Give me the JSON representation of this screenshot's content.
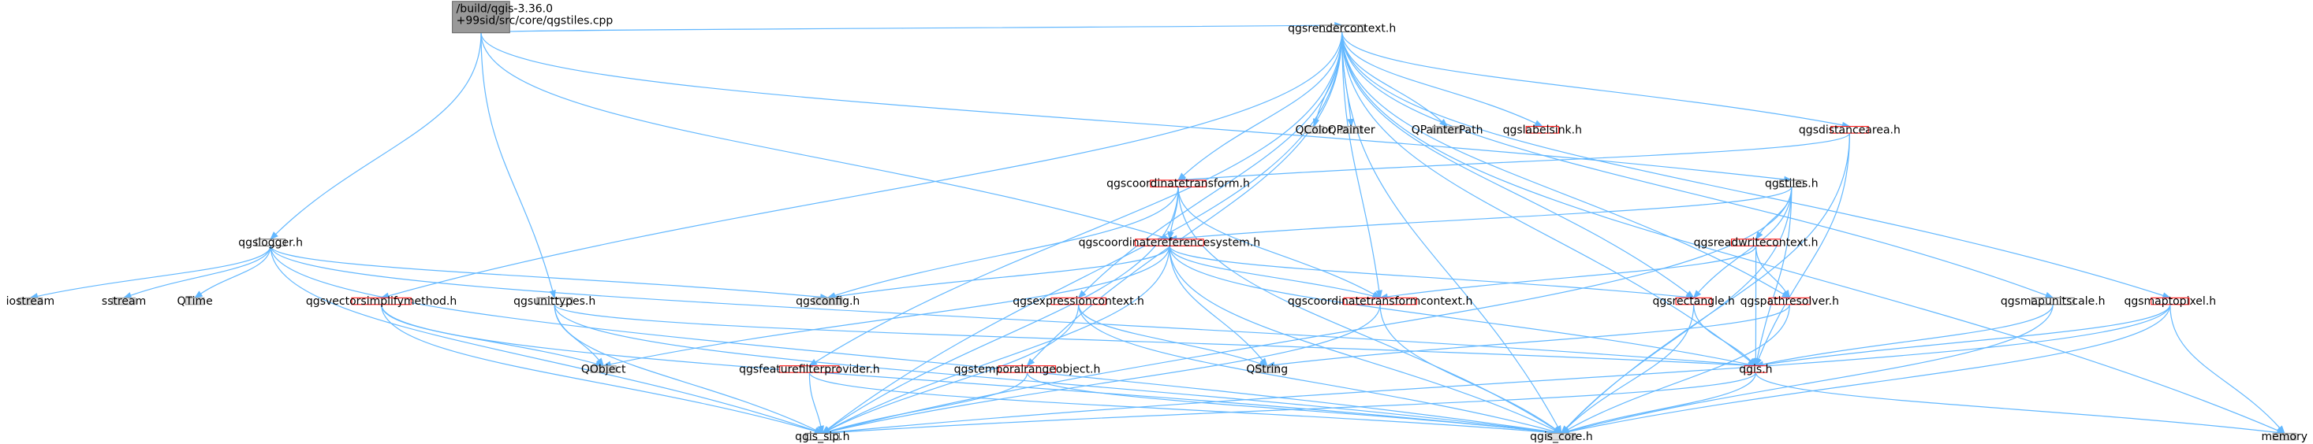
{
  "colors": {
    "edge": "#63b8ff",
    "root_fill": "#999999",
    "root_stroke": "#666666",
    "project_fill": "#ffffff",
    "project_stroke": "#666666",
    "linked_stroke": "#ff0000",
    "external_fill": "#e0e0e0",
    "external_stroke": "#999999",
    "text": "#000000"
  },
  "graph": {
    "nodes": [
      {
        "id": "root",
        "kind": "root",
        "lines": [
          "/build/qgis-3.36.0",
          "+99sid/src/core/qgstiles.cpp"
        ]
      },
      {
        "id": "rendercontext",
        "kind": "project",
        "lines": [
          "qgsrendercontext.h"
        ]
      },
      {
        "id": "qcolor",
        "kind": "external",
        "lines": [
          "QColor"
        ]
      },
      {
        "id": "qpainter",
        "kind": "external",
        "lines": [
          "QPainter"
        ]
      },
      {
        "id": "qpainterpath",
        "kind": "external",
        "lines": [
          "QPainterPath"
        ]
      },
      {
        "id": "labelsink",
        "kind": "linked",
        "lines": [
          "qgslabelsink.h"
        ]
      },
      {
        "id": "distancearea",
        "kind": "linked",
        "lines": [
          "qgsdistancearea.h"
        ]
      },
      {
        "id": "coordtransform",
        "kind": "linked",
        "lines": [
          "qgscoordinatetransform.h"
        ]
      },
      {
        "id": "tiles",
        "kind": "project",
        "lines": [
          "qgstiles.h"
        ]
      },
      {
        "id": "logger",
        "kind": "project",
        "lines": [
          "qgslogger.h"
        ]
      },
      {
        "id": "crs",
        "kind": "linked",
        "lines": [
          "qgscoordinatereferencesystem.h"
        ]
      },
      {
        "id": "readwritecontext",
        "kind": "linked",
        "lines": [
          "qgsreadwritecontext.h"
        ]
      },
      {
        "id": "iostream",
        "kind": "external",
        "lines": [
          "iostream"
        ]
      },
      {
        "id": "sstream",
        "kind": "external",
        "lines": [
          "sstream"
        ]
      },
      {
        "id": "qtime",
        "kind": "external",
        "lines": [
          "QTime"
        ]
      },
      {
        "id": "vectorsimplify",
        "kind": "linked",
        "lines": [
          "qgsvectorsimplifymethod.h"
        ]
      },
      {
        "id": "unittypes",
        "kind": "project",
        "lines": [
          "qgsunittypes.h"
        ]
      },
      {
        "id": "config",
        "kind": "external",
        "lines": [
          "qgsconfig.h"
        ]
      },
      {
        "id": "exprcontext",
        "kind": "linked",
        "lines": [
          "qgsexpressioncontext.h"
        ]
      },
      {
        "id": "coordtransformcontext",
        "kind": "linked",
        "lines": [
          "qgscoordinatetransformcontext.h"
        ]
      },
      {
        "id": "rectangle",
        "kind": "linked",
        "lines": [
          "qgsrectangle.h"
        ]
      },
      {
        "id": "pathresolver",
        "kind": "linked",
        "lines": [
          "qgspathresolver.h"
        ]
      },
      {
        "id": "mapunitscale",
        "kind": "project",
        "lines": [
          "qgsmapunitscale.h"
        ]
      },
      {
        "id": "maptopixel",
        "kind": "linked",
        "lines": [
          "qgsmaptopixel.h"
        ]
      },
      {
        "id": "qobject",
        "kind": "external",
        "lines": [
          "QObject"
        ]
      },
      {
        "id": "featurefilter",
        "kind": "linked",
        "lines": [
          "qgsfeaturefilterprovider.h"
        ]
      },
      {
        "id": "temporalrange",
        "kind": "linked",
        "lines": [
          "qgstemporalrangeobject.h"
        ]
      },
      {
        "id": "qstring",
        "kind": "external",
        "lines": [
          "QString"
        ]
      },
      {
        "id": "qgis",
        "kind": "linked",
        "lines": [
          "qgis.h"
        ]
      },
      {
        "id": "sip",
        "kind": "project",
        "lines": [
          "qgis_sip.h"
        ]
      },
      {
        "id": "core",
        "kind": "external",
        "lines": [
          "qgis_core.h"
        ]
      },
      {
        "id": "memory",
        "kind": "external",
        "lines": [
          "memory"
        ]
      }
    ],
    "edges": [
      [
        "root",
        "rendercontext"
      ],
      [
        "root",
        "tiles"
      ],
      [
        "root",
        "logger"
      ],
      [
        "root",
        "unittypes"
      ],
      [
        "root",
        "crs"
      ],
      [
        "rendercontext",
        "qcolor"
      ],
      [
        "rendercontext",
        "qpainter"
      ],
      [
        "rendercontext",
        "qpainterpath"
      ],
      [
        "rendercontext",
        "labelsink"
      ],
      [
        "rendercontext",
        "distancearea"
      ],
      [
        "rendercontext",
        "coordtransform"
      ],
      [
        "rendercontext",
        "mapunitscale"
      ],
      [
        "rendercontext",
        "maptopixel"
      ],
      [
        "rendercontext",
        "memory"
      ],
      [
        "rendercontext",
        "core"
      ],
      [
        "rendercontext",
        "sip"
      ],
      [
        "rendercontext",
        "vectorsimplify"
      ],
      [
        "rendercontext",
        "exprcontext"
      ],
      [
        "rendercontext",
        "featurefilter"
      ],
      [
        "rendercontext",
        "coordtransformcontext"
      ],
      [
        "rendercontext",
        "rectangle"
      ],
      [
        "rendercontext",
        "pathresolver"
      ],
      [
        "rendercontext",
        "temporalrange"
      ],
      [
        "rendercontext",
        "qgis"
      ],
      [
        "distancearea",
        "coordtransform"
      ],
      [
        "distancearea",
        "qgis"
      ],
      [
        "distancearea",
        "core"
      ],
      [
        "coordtransform",
        "crs"
      ],
      [
        "coordtransform",
        "coordtransformcontext"
      ],
      [
        "coordtransform",
        "config"
      ],
      [
        "coordtransform",
        "core"
      ],
      [
        "coordtransform",
        "sip"
      ],
      [
        "tiles",
        "crs"
      ],
      [
        "tiles",
        "readwritecontext"
      ],
      [
        "tiles",
        "rectangle"
      ],
      [
        "tiles",
        "qgis"
      ],
      [
        "tiles",
        "core"
      ],
      [
        "tiles",
        "sip"
      ],
      [
        "crs",
        "config"
      ],
      [
        "crs",
        "qobject"
      ],
      [
        "crs",
        "qstring"
      ],
      [
        "crs",
        "rectangle"
      ],
      [
        "crs",
        "qgis"
      ],
      [
        "crs",
        "core"
      ],
      [
        "crs",
        "sip"
      ],
      [
        "crs",
        "coordtransformcontext"
      ],
      [
        "readwritecontext",
        "coordtransformcontext"
      ],
      [
        "readwritecontext",
        "pathresolver"
      ],
      [
        "readwritecontext",
        "qgis"
      ],
      [
        "logger",
        "iostream"
      ],
      [
        "logger",
        "sstream"
      ],
      [
        "logger",
        "qtime"
      ],
      [
        "logger",
        "config"
      ],
      [
        "logger",
        "core"
      ],
      [
        "logger",
        "sip"
      ],
      [
        "logger",
        "qgis"
      ],
      [
        "vectorsimplify",
        "qobject"
      ],
      [
        "vectorsimplify",
        "core"
      ],
      [
        "vectorsimplify",
        "sip"
      ],
      [
        "unittypes",
        "qobject"
      ],
      [
        "unittypes",
        "core"
      ],
      [
        "unittypes",
        "sip"
      ],
      [
        "unittypes",
        "qgis"
      ],
      [
        "exprcontext",
        "qstring"
      ],
      [
        "exprcontext",
        "core"
      ],
      [
        "exprcontext",
        "sip"
      ],
      [
        "coordtransformcontext",
        "core"
      ],
      [
        "coordtransformcontext",
        "sip"
      ],
      [
        "rectangle",
        "core"
      ],
      [
        "rectangle",
        "qgis"
      ],
      [
        "pathresolver",
        "qstring"
      ],
      [
        "pathresolver",
        "core"
      ],
      [
        "mapunitscale",
        "qgis"
      ],
      [
        "mapunitscale",
        "core"
      ],
      [
        "maptopixel",
        "qgis"
      ],
      [
        "maptopixel",
        "core"
      ],
      [
        "maptopixel",
        "sip"
      ],
      [
        "maptopixel",
        "memory"
      ],
      [
        "featurefilter",
        "core"
      ],
      [
        "featurefilter",
        "sip"
      ],
      [
        "temporalrange",
        "core"
      ],
      [
        "temporalrange",
        "sip"
      ],
      [
        "qgis",
        "core"
      ],
      [
        "qgis",
        "sip"
      ],
      [
        "qgis",
        "memory"
      ]
    ]
  }
}
